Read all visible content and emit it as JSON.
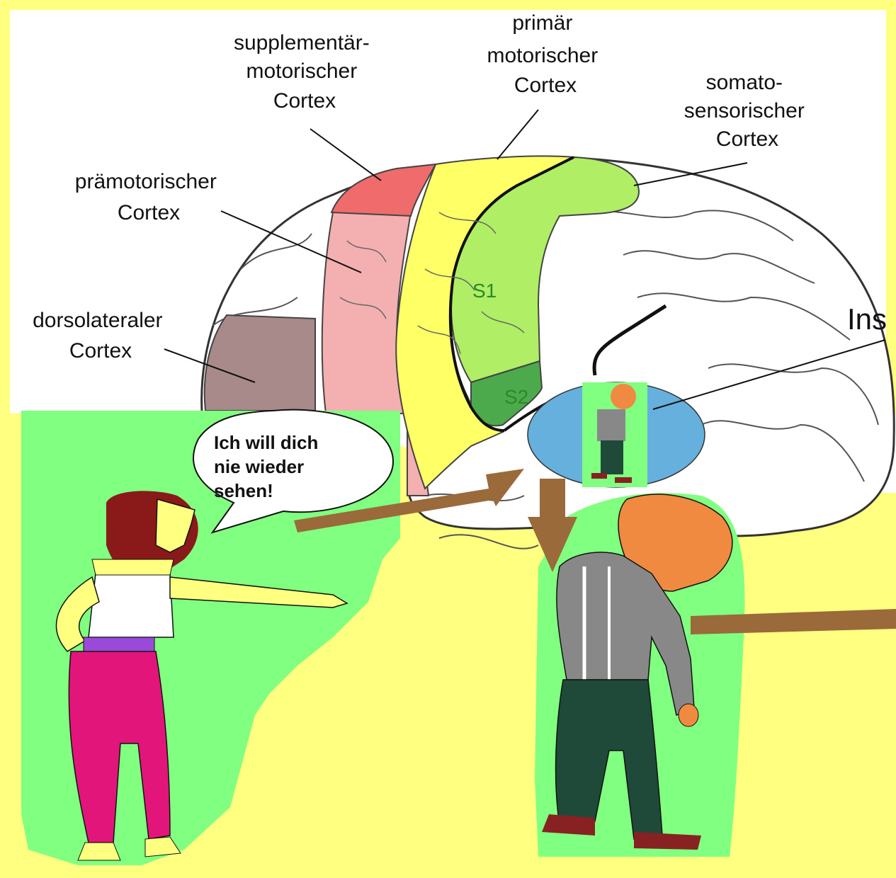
{
  "labels": {
    "supplementary_motor": [
      "supplementär-",
      "motorischer",
      "Cortex"
    ],
    "primary_motor": [
      "primär",
      "motorischer",
      "Cortex"
    ],
    "somatosensory": [
      "somato-",
      "sensorischer",
      "Cortex"
    ],
    "premotor": [
      "prämotorischer",
      "Cortex"
    ],
    "dorsolateral": [
      "dorsolateraler",
      "Cortex"
    ],
    "insula": "Ins",
    "s1": "S1",
    "s2": "S2"
  },
  "speech_bubble": [
    "Ich will dich",
    "nie wieder",
    "sehen!"
  ],
  "colors": {
    "background": "#ffff80",
    "supplementary_motor": "#f06b6b",
    "premotor": "#f4b0b0",
    "primary_motor": "#ffff66",
    "somatosensory": "#b0ee66",
    "s2": "#4caa4c",
    "dorsolateral": "#a88a8a",
    "insula": "#66b0dd",
    "figure_background": "#80ff80",
    "arrow": "#9a6a3a"
  }
}
